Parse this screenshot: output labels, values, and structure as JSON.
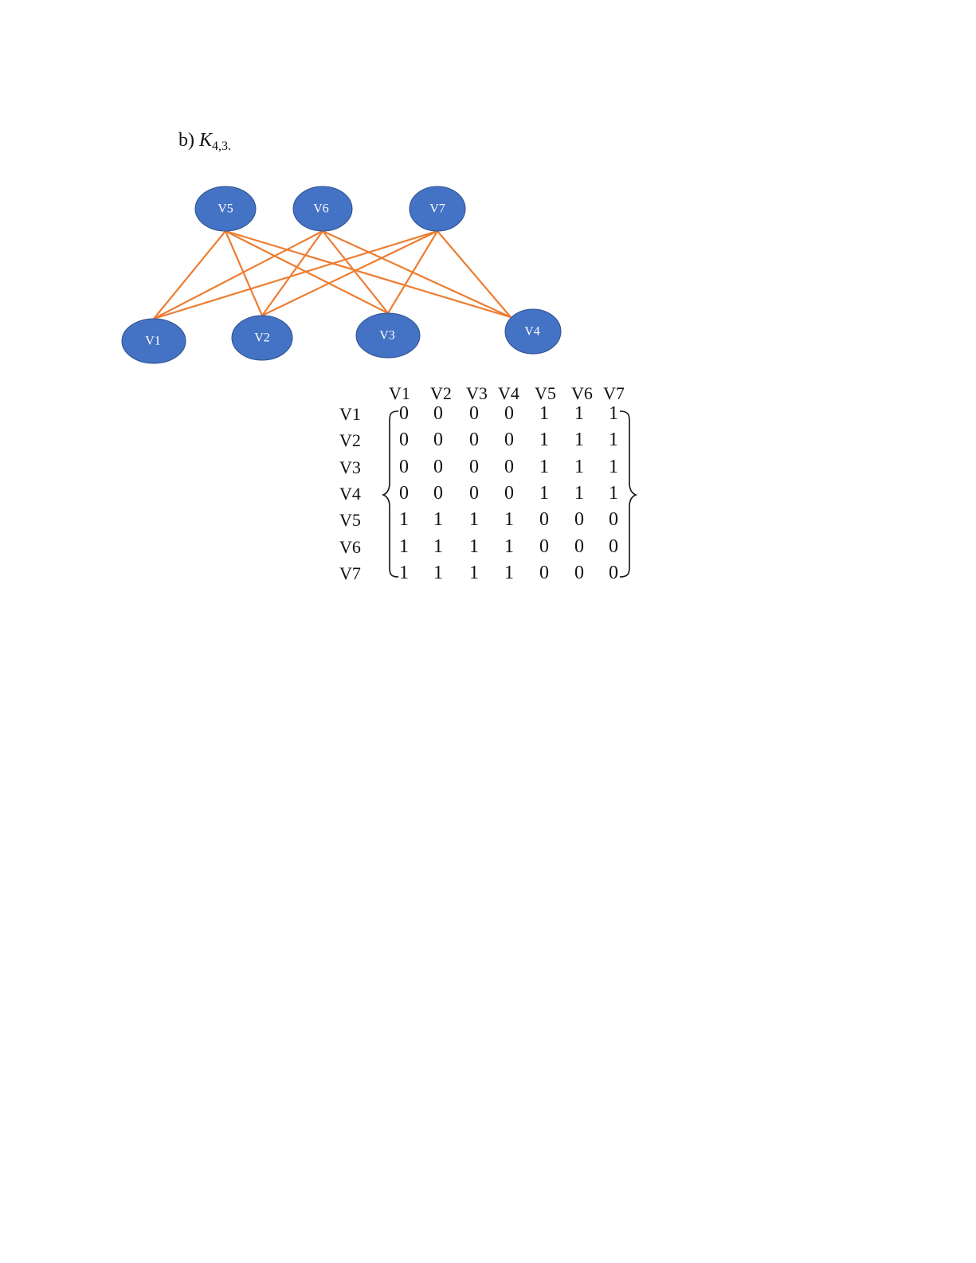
{
  "heading": {
    "prefix": "b) ",
    "symbol": "K",
    "subscript": "4,3."
  },
  "graph": {
    "colors": {
      "node_fill": "#4472C4",
      "node_stroke": "#2F528F",
      "edge": "#ED7D31"
    },
    "nodes": [
      {
        "id": "V1",
        "label": "V1"
      },
      {
        "id": "V2",
        "label": "V2"
      },
      {
        "id": "V3",
        "label": "V3"
      },
      {
        "id": "V4",
        "label": "V4"
      },
      {
        "id": "V5",
        "label": "V5"
      },
      {
        "id": "V6",
        "label": "V6"
      },
      {
        "id": "V7",
        "label": "V7"
      }
    ],
    "edges": [
      [
        "V5",
        "V1"
      ],
      [
        "V5",
        "V2"
      ],
      [
        "V5",
        "V3"
      ],
      [
        "V5",
        "V4"
      ],
      [
        "V6",
        "V1"
      ],
      [
        "V6",
        "V2"
      ],
      [
        "V6",
        "V3"
      ],
      [
        "V6",
        "V4"
      ],
      [
        "V7",
        "V1"
      ],
      [
        "V7",
        "V2"
      ],
      [
        "V7",
        "V3"
      ],
      [
        "V7",
        "V4"
      ]
    ]
  },
  "matrix": {
    "col_labels": [
      "V1",
      "V2",
      "V3",
      "V4",
      "V5",
      "V6",
      "V7"
    ],
    "row_labels": [
      "V1",
      "V2",
      "V3",
      "V4",
      "V5",
      "V6",
      "V7"
    ],
    "rows": [
      [
        "0",
        "0",
        "0",
        "0",
        "1",
        "1",
        "1"
      ],
      [
        "0",
        "0",
        "0",
        "0",
        "1",
        "1",
        "1"
      ],
      [
        "0",
        "0",
        "0",
        "0",
        "1",
        "1",
        "1"
      ],
      [
        "0",
        "0",
        "0",
        "0",
        "1",
        "1",
        "1"
      ],
      [
        "1",
        "1",
        "1",
        "1",
        "0",
        "0",
        "0"
      ],
      [
        "1",
        "1",
        "1",
        "1",
        "0",
        "0",
        "0"
      ],
      [
        "1",
        "1",
        "1",
        "1",
        "0",
        "0",
        "0"
      ]
    ]
  }
}
